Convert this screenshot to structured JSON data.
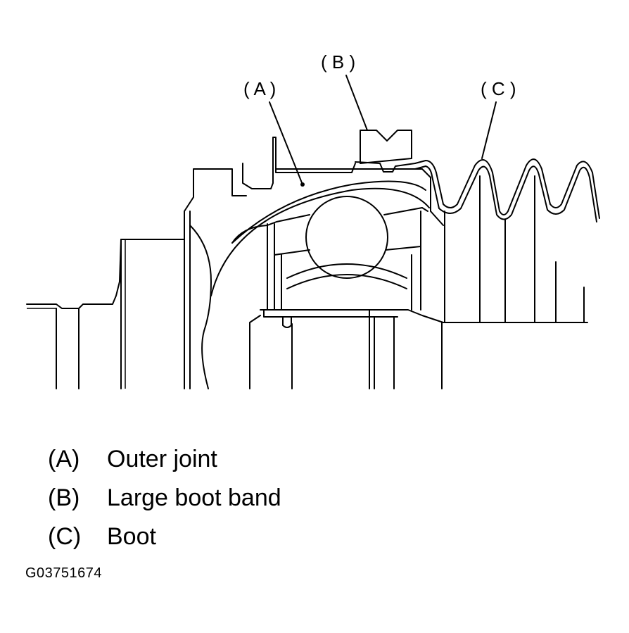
{
  "diagram": {
    "callouts": [
      {
        "key": "a",
        "text": "( A )"
      },
      {
        "key": "b",
        "text": "( B )"
      },
      {
        "key": "c",
        "text": "( C )"
      }
    ]
  },
  "legend": [
    {
      "key": "(A)",
      "label": "Outer joint"
    },
    {
      "key": "(B)",
      "label": "Large boot band"
    },
    {
      "key": "(C)",
      "label": "Boot"
    }
  ],
  "figure_id": "G03751674"
}
